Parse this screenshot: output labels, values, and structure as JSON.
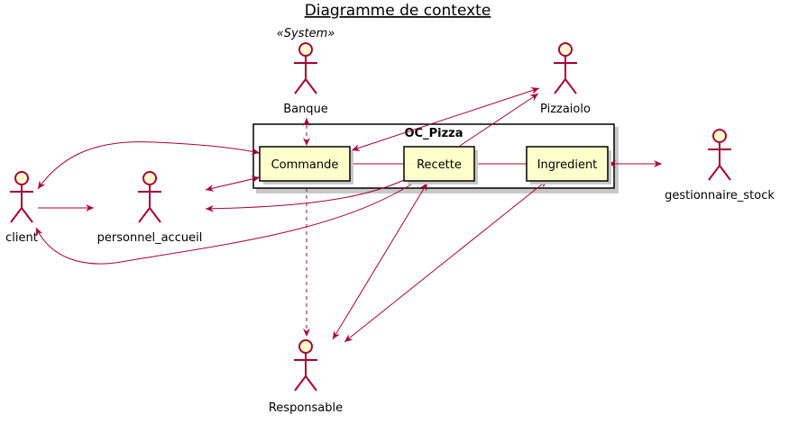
{
  "diagram": {
    "title": "Diagramme de contexte",
    "colors": {
      "accent": "#a80036",
      "actor_fill": "#fefece",
      "component_fill": "#ffffcc",
      "package_border": "#000000"
    },
    "package": {
      "label": "OC_Pizza"
    },
    "components": {
      "commande": "Commande",
      "recette": "Recette",
      "ingredient": "Ingredient"
    },
    "actors": {
      "banque": {
        "label": "Banque",
        "stereotype": "«System»"
      },
      "pizzaiolo": {
        "label": "Pizzaiolo"
      },
      "client": {
        "label": "client"
      },
      "personnel_accueil": {
        "label": "personnel_accueil"
      },
      "gestionnaire_stock": {
        "label": "gestionnaire_stock"
      },
      "responsable": {
        "label": "Responsable"
      }
    }
  }
}
